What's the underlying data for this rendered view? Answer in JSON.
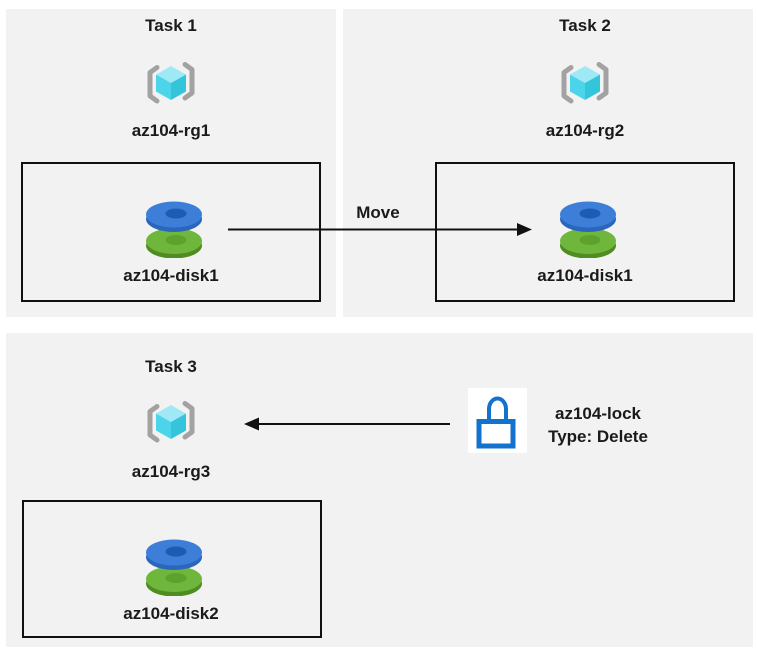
{
  "panels": [
    {
      "title": "Task 1",
      "resource_group": "az104-rg1",
      "disk": "az104-disk1"
    },
    {
      "title": "Task 2",
      "resource_group": "az104-rg2",
      "disk": "az104-disk1"
    },
    {
      "title": "Task 3",
      "resource_group": "az104-rg3",
      "disk": "az104-disk2"
    }
  ],
  "move_arrow": {
    "label": "Move"
  },
  "lock": {
    "name": "az104-lock",
    "type_line": "Type: Delete"
  },
  "icons": {
    "resource_group": "azure-resource-group-icon",
    "disk": "azure-managed-disk-icon",
    "lock": "azure-lock-icon"
  },
  "colors": {
    "panel_bg": "#f2f2f2",
    "box_border": "#111111",
    "arrow": "#111111",
    "text": "#1a1a1a",
    "lock_blue": "#1272ce",
    "disk_blue": "#3d7ed8",
    "disk_blue_rim": "#2b66bd",
    "disk_blue_hole": "#1e5cb3",
    "disk_green": "#6fb63c",
    "disk_green_rim": "#4f8c22",
    "disk_green_hole": "#5ea22e",
    "cube_top": "#9fe9f6",
    "cube_left": "#4cd5ea",
    "cube_right": "#35c5db",
    "bracket_gray": "#a2a2a2"
  }
}
